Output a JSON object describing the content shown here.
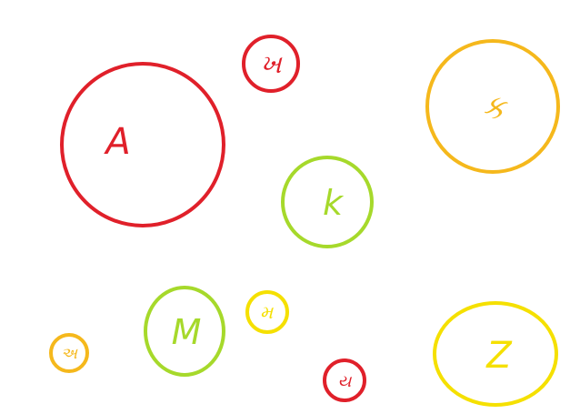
{
  "circles": [
    {
      "id": "A",
      "text": "A",
      "color": "#e0202a"
    },
    {
      "id": "kha",
      "text": "ખ",
      "color": "#e0202a"
    },
    {
      "id": "ka",
      "text": "ક",
      "color": "#f5b81c"
    },
    {
      "id": "k",
      "text": "k",
      "color": "#a6d92b"
    },
    {
      "id": "M",
      "text": "M",
      "color": "#a6d92b"
    },
    {
      "id": "ma",
      "text": "મ",
      "color": "#f5e000"
    },
    {
      "id": "a",
      "text": "અ",
      "color": "#f5b81c"
    },
    {
      "id": "ya",
      "text": "ય",
      "color": "#e0202a"
    },
    {
      "id": "Z",
      "text": "Z",
      "color": "#f5e000"
    }
  ]
}
